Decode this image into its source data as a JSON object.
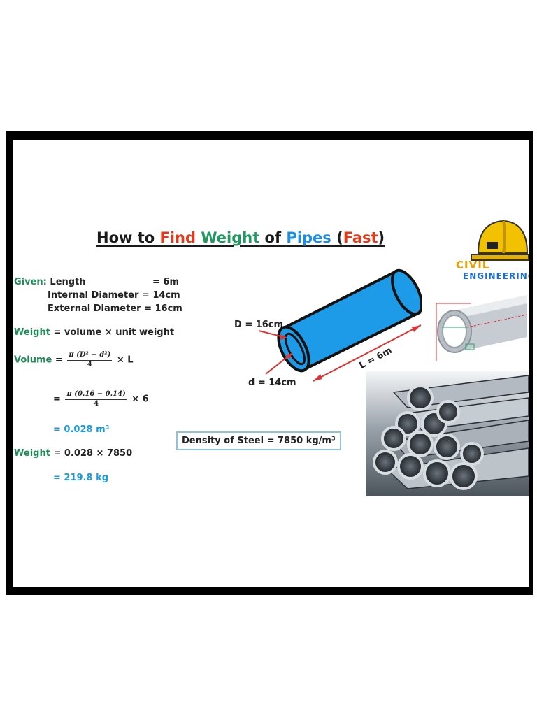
{
  "title": {
    "part1": "How to ",
    "find": "Find",
    "space1": " ",
    "weight": "Weight",
    "of": " of ",
    "pipes": "Pipes",
    "open": " (",
    "fast": "Fast",
    "close": ")"
  },
  "given": {
    "label": "Given:",
    "length_label": "Length",
    "length_value": "= 6m",
    "internal": "Internal Diameter = 14cm",
    "external": "External Diameter = 16cm"
  },
  "weight_formula": {
    "label": "Weight",
    "expr": "= volume × unit weight"
  },
  "volume": {
    "label": "Volume",
    "eq": "=",
    "num1": "π (D² − d²)",
    "den1": "4",
    "tail1": "× L",
    "eq2": "=",
    "num2": "π (0.16 − 0.14)",
    "den2": "4",
    "tail2": "× 6",
    "result": "= 0.028 m³"
  },
  "weight_calc": {
    "label": "Weight",
    "expr": "= 0.028 × 7850",
    "result": "= 219.8 kg"
  },
  "diagram": {
    "D_label": "D = 16cm",
    "d_label": "d = 14cm",
    "L_label": "L = 6m"
  },
  "density": "Density of Steel = 7850 kg/m³",
  "logo": {
    "line1": "CIVIL",
    "line2": "ENGINEERING"
  },
  "colors": {
    "red": "#e03a1a",
    "green": "#1f9960",
    "blue": "#1a8fe0",
    "pipe": "#1e9be8"
  }
}
